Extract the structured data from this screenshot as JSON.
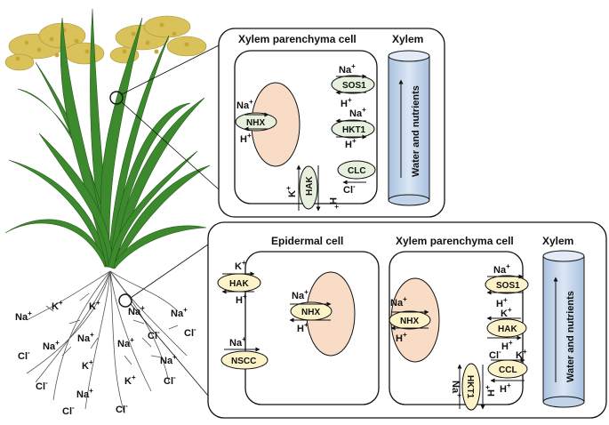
{
  "upper_panel": {
    "cell_title": "Xylem parenchyma cell",
    "xylem_title": "Xylem",
    "xylem_label": "Water and nutrients",
    "transporters": {
      "nhx": "NHX",
      "sos1": "SOS1",
      "hkt1": "HKT1",
      "clc": "CLC",
      "hak": "HAK"
    }
  },
  "lower_panel": {
    "epidermal_title": "Epidermal cell",
    "parenchyma_title": "Xylem parenchyma cell",
    "xylem_title": "Xylem",
    "xylem_label": "Water and nutrients",
    "epidermal_transporters": {
      "hak": "HAK",
      "nhx": "NHX",
      "nscc": "NSCC"
    },
    "parenchyma_transporters": {
      "nhx": "NHX",
      "sos1": "SOS1",
      "hak": "HAK",
      "ccl": "CCL",
      "hkt1": "HKT1"
    }
  },
  "ions": {
    "na": "Na",
    "k": "K",
    "h": "H",
    "cl": "Cl",
    "plus": "+",
    "minus": "-"
  },
  "colors": {
    "vacuole_fill": "#f8dcc6",
    "transporter_fill": "#e6f0dc",
    "transporter_fill_lower": "#fdf3c8",
    "xylem_fill": "#c9d9ec",
    "leaf_green": "#3d8a2e",
    "panicle": "#d9c25a"
  }
}
